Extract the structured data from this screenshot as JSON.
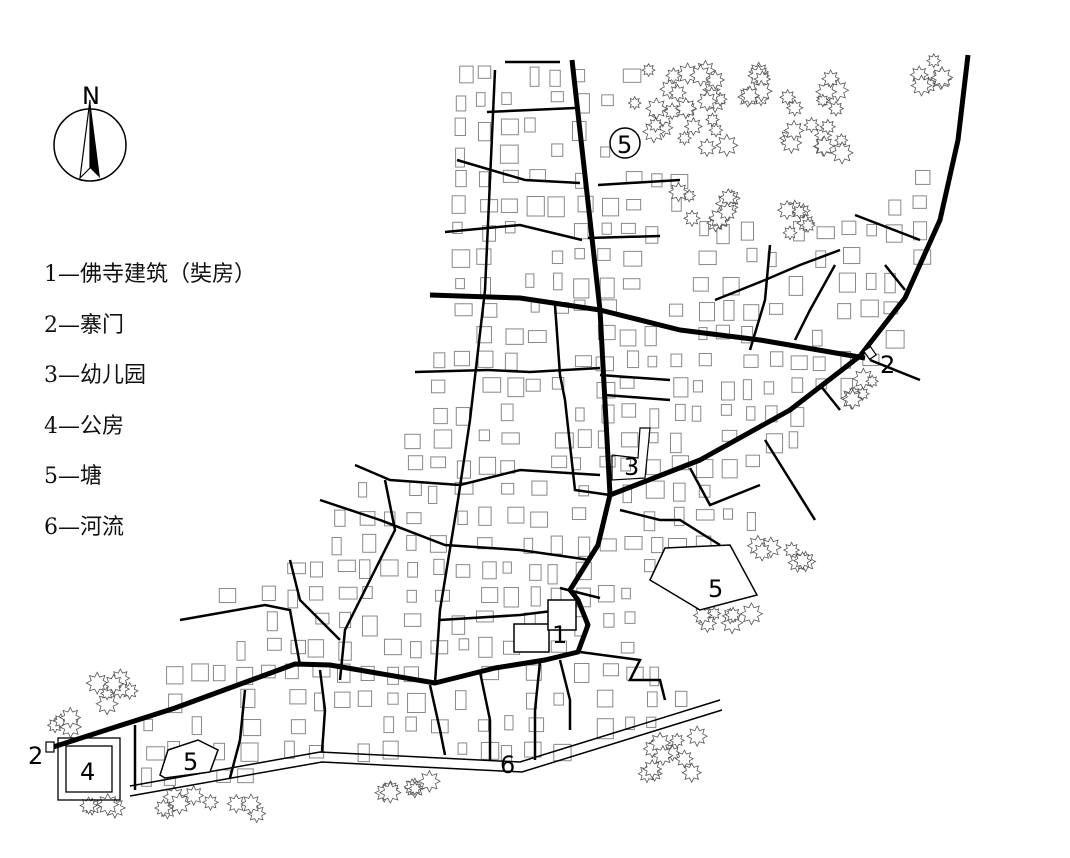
{
  "compass": {
    "north_label": "N"
  },
  "legend": [
    {
      "text": "1—佛寺建筑（奘房）"
    },
    {
      "text": "2—寨门"
    },
    {
      "text": "3—幼儿园"
    },
    {
      "text": "4—公房"
    },
    {
      "text": "5—塘"
    },
    {
      "text": "6—河流"
    }
  ],
  "map_labels": {
    "temple": "1",
    "gate_east": "2",
    "gate_west": "2",
    "kindergarten": "3",
    "public_house": "4",
    "pond_north": "5",
    "pond_east": "5",
    "pond_west": "5",
    "river": "6"
  },
  "colors": {
    "road": "#000000",
    "building": "#888888",
    "tree": "#555555"
  }
}
